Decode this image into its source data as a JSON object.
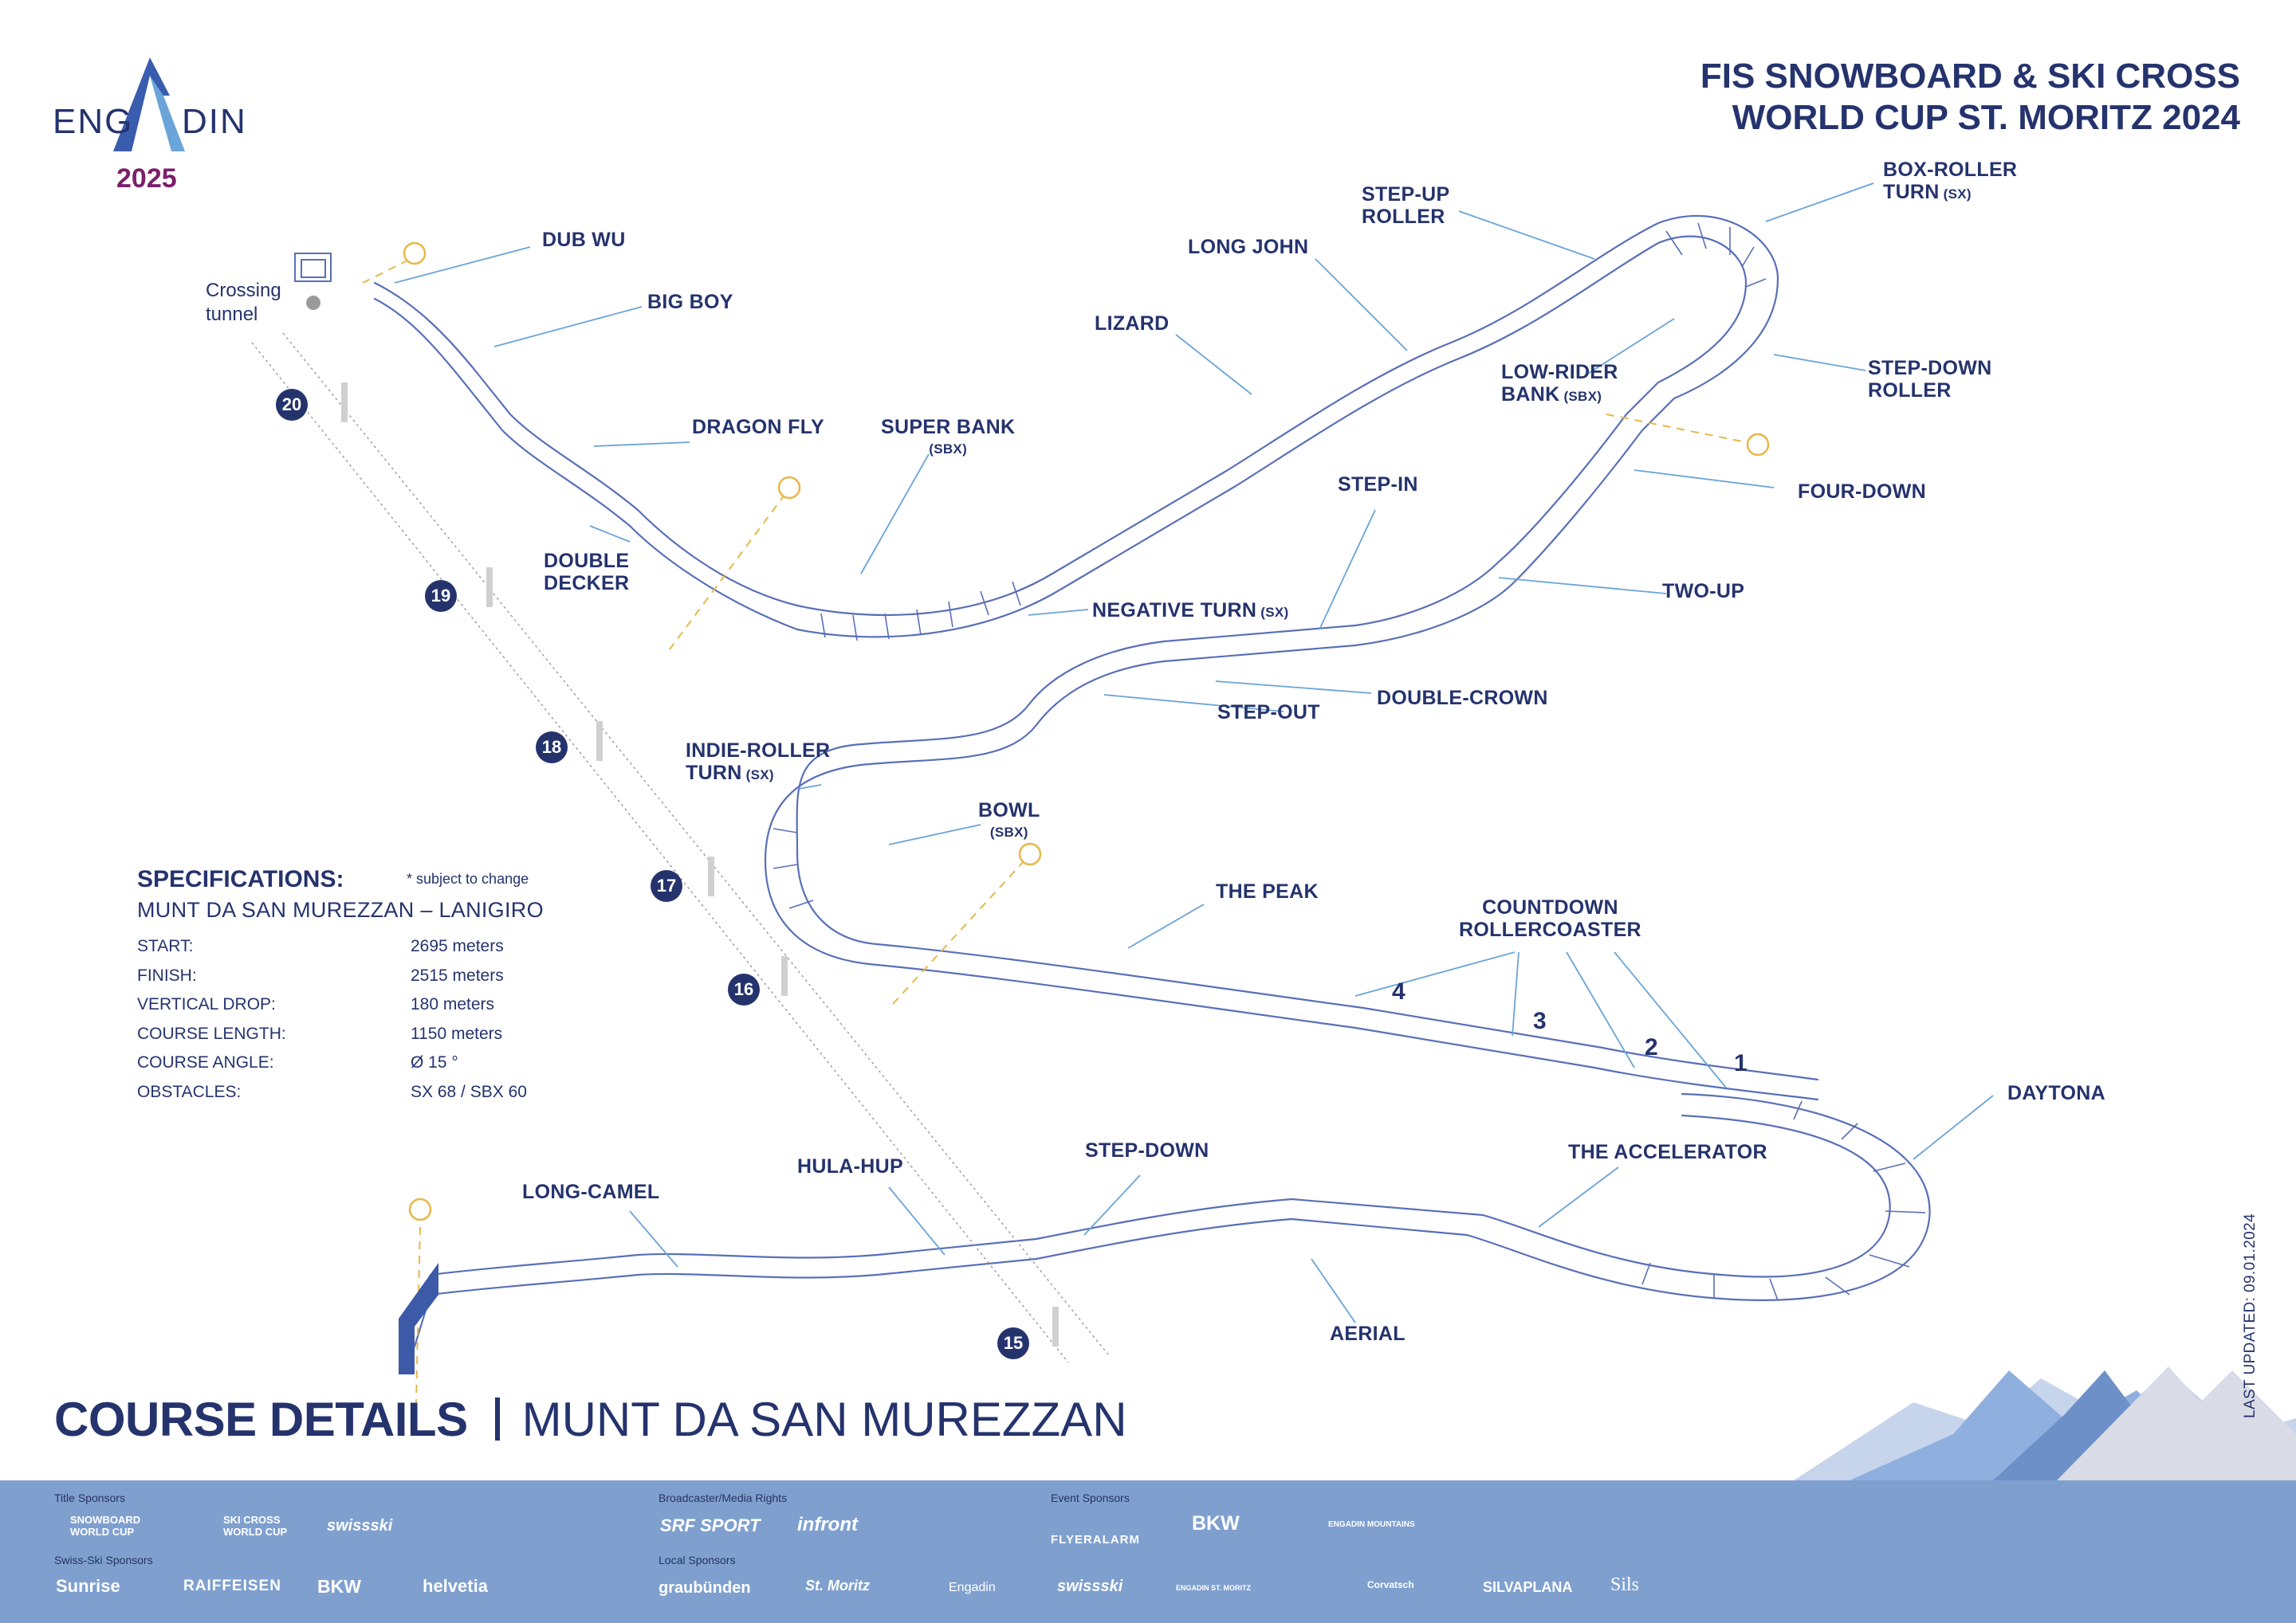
{
  "branding": {
    "logo_word_left": "ENG",
    "logo_word_right": "DIN",
    "logo_year": "2025"
  },
  "event_title": {
    "line1": "FIS SNOWBOARD & SKI CROSS",
    "line2": "WORLD CUP ST. MORITZ 2024"
  },
  "colors": {
    "navy": "#25336d",
    "course_line": "#5a6fb8",
    "arrow": "#6aa4d8",
    "timing": "#e6b84a",
    "logo_purple": "#7b1f6a",
    "sponsor_band": "#7fa0cf"
  },
  "obstacles": [
    {
      "id": "dub-wu",
      "text": "DUB WU",
      "sub": ""
    },
    {
      "id": "big-boy",
      "text": "BIG BOY",
      "sub": ""
    },
    {
      "id": "dragon-fly",
      "text": "DRAGON FLY",
      "sub": ""
    },
    {
      "id": "double-decker",
      "text": "DOUBLE\nDECKER",
      "sub": ""
    },
    {
      "id": "super-bank",
      "text": "SUPER BANK",
      "sub": "(SBX)"
    },
    {
      "id": "lizard",
      "text": "LIZARD",
      "sub": ""
    },
    {
      "id": "long-john",
      "text": "LONG JOHN",
      "sub": ""
    },
    {
      "id": "step-up-roller",
      "text": "STEP-UP\nROLLER",
      "sub": ""
    },
    {
      "id": "box-roller-turn",
      "text": "BOX-ROLLER\nTURN",
      "sub": "(SX)"
    },
    {
      "id": "low-rider-bank",
      "text": "LOW-RIDER\nBANK",
      "sub": "(SBX)"
    },
    {
      "id": "step-down-roller",
      "text": "STEP-DOWN\nROLLER",
      "sub": ""
    },
    {
      "id": "four-down",
      "text": "FOUR-DOWN",
      "sub": ""
    },
    {
      "id": "step-in",
      "text": "STEP-IN",
      "sub": ""
    },
    {
      "id": "two-up",
      "text": "TWO-UP",
      "sub": ""
    },
    {
      "id": "negative-turn",
      "text": "NEGATIVE TURN",
      "sub": "(SX)"
    },
    {
      "id": "double-crown",
      "text": "DOUBLE-CROWN",
      "sub": ""
    },
    {
      "id": "step-out",
      "text": "STEP-OUT",
      "sub": ""
    },
    {
      "id": "indie-roller-turn",
      "text": "INDIE-ROLLER\nTURN",
      "sub": "(SX)"
    },
    {
      "id": "bowl",
      "text": "BOWL",
      "sub": "(SBX)"
    },
    {
      "id": "the-peak",
      "text": "THE PEAK",
      "sub": ""
    },
    {
      "id": "countdown-rollercoaster",
      "text": "COUNTDOWN\nROLLERCOASTER",
      "sub": ""
    },
    {
      "id": "daytona",
      "text": "DAYTONA",
      "sub": ""
    },
    {
      "id": "the-accelerator",
      "text": "THE ACCELERATOR",
      "sub": ""
    },
    {
      "id": "aerial",
      "text": "AERIAL",
      "sub": ""
    },
    {
      "id": "step-down",
      "text": "STEP-DOWN",
      "sub": ""
    },
    {
      "id": "hula-hup",
      "text": "HULA-HUP",
      "sub": ""
    },
    {
      "id": "long-camel",
      "text": "LONG-CAMEL",
      "sub": ""
    }
  ],
  "countdown_numbers": [
    "4",
    "3",
    "2",
    "1"
  ],
  "lift_pylons": [
    "20",
    "19",
    "18",
    "17",
    "16",
    "15"
  ],
  "crossing_tunnel": "Crossing\ntunnel",
  "specifications": {
    "heading": "SPECIFICATIONS:",
    "note": "* subject to change",
    "course_name": "MUNT DA SAN MUREZZAN – LANIGIRO",
    "rows": [
      {
        "label": "START:",
        "value": "2695 meters"
      },
      {
        "label": "FINISH:",
        "value": "2515 meters"
      },
      {
        "label": "VERTICAL DROP:",
        "value": "180 meters"
      },
      {
        "label": "COURSE LENGTH:",
        "value": "1150 meters"
      },
      {
        "label": "COURSE ANGLE:",
        "value": "Ø 15 °"
      },
      {
        "label": "OBSTACLES:",
        "value": "SX 68 / SBX 60"
      }
    ]
  },
  "course_details": {
    "bold": "COURSE DETAILS",
    "light": "MUNT DA SAN MUREZZAN"
  },
  "last_updated": "LAST UPDATED: 09.01.2024",
  "sponsors": {
    "title_heading": "Title Sponsors",
    "swiss_ski_heading": "Swiss-Ski Sponsors",
    "broadcaster_heading": "Broadcaster/Media Rights",
    "local_heading": "Local Sponsors",
    "event_heading": "Event Sponsors",
    "title_logos": [
      "SNOWBOARD WORLD CUP",
      "SKI CROSS WORLD CUP",
      "swissski"
    ],
    "swiss_ski_logos": [
      "Sunrise",
      "RAIFFEISEN",
      "BKW",
      "helvetia"
    ],
    "broadcaster_logos": [
      "SRF SPORT",
      "infront"
    ],
    "local_logos": [
      "graubünden",
      "St. Moritz",
      "Engadin",
      "swissski",
      "ENGADIN ST. MORITZ",
      "Corvatsch",
      "SILVAPLANA",
      "Sils"
    ],
    "event_logos": [
      "FLYERALARM",
      "BKW",
      "ENGADIN MOUNTAINS"
    ]
  }
}
